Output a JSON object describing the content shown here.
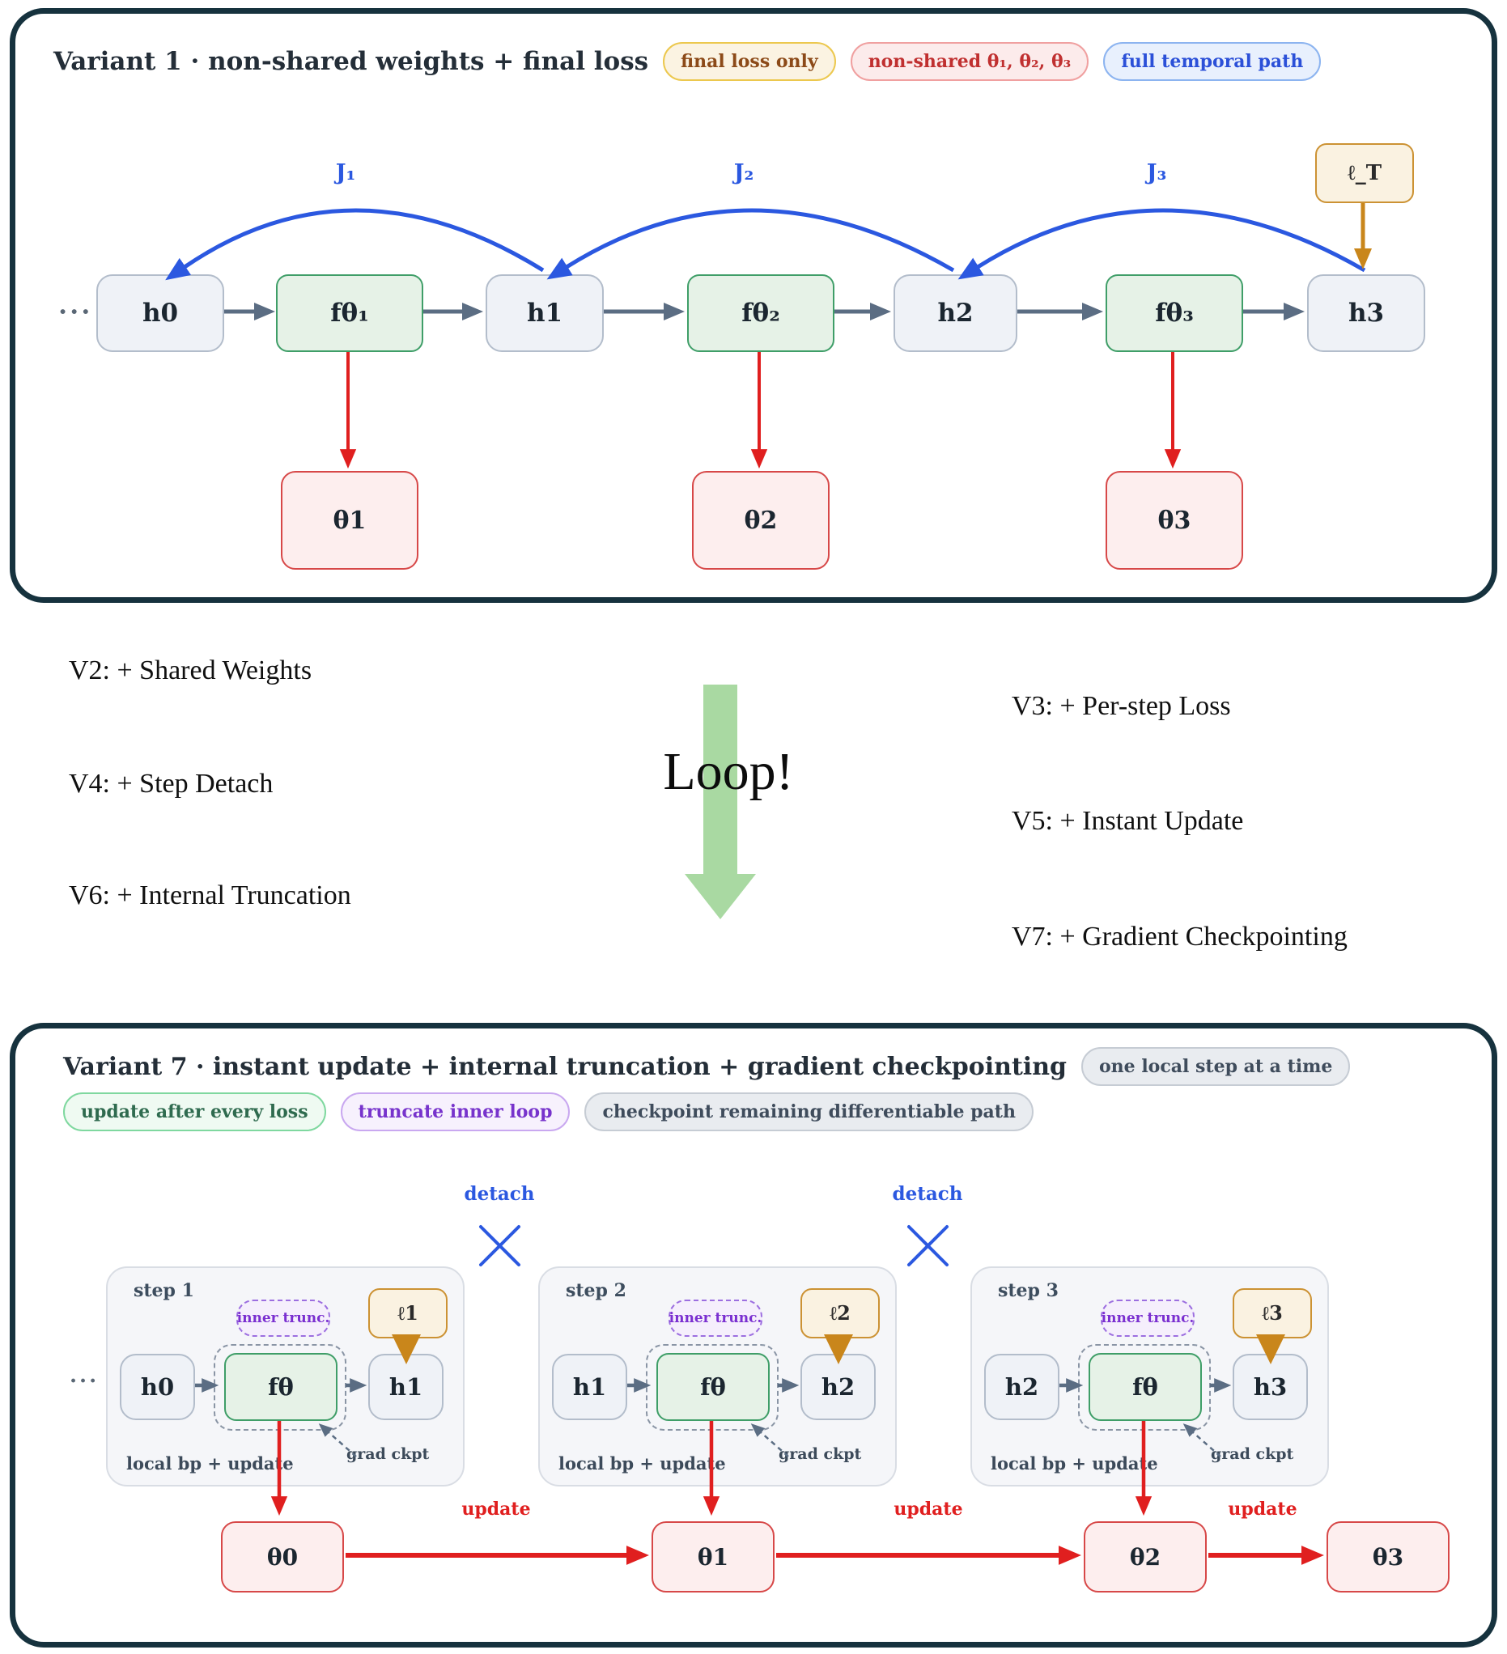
{
  "colors": {
    "panel_border": "#16323e",
    "blue_arrow": "#2b58e0",
    "gray_arrow": "#5b6d83",
    "red_arrow": "#e01f1f",
    "orange_arrow": "#c9861b",
    "loop_arrow_green": "#a9d9a2",
    "h_node_fill": "#eff2f7",
    "f_node_fill": "#e6f2e7",
    "theta_node_fill": "#fdeeee",
    "loss_node_fill": "#faf2e1"
  },
  "top_panel": {
    "title": "Variant 1 · non-shared weights + final loss",
    "badges": [
      {
        "label": "final loss only"
      },
      {
        "label": "non-shared θ₁, θ₂, θ₃"
      },
      {
        "label": "full temporal path"
      }
    ],
    "dots": "···",
    "nodes": [
      {
        "label": "h0"
      },
      {
        "label": "fθ₁"
      },
      {
        "label": "h1"
      },
      {
        "label": "fθ₂"
      },
      {
        "label": "h2"
      },
      {
        "label": "fθ₃"
      },
      {
        "label": "h3"
      }
    ],
    "jacobians": [
      {
        "label": "J₁"
      },
      {
        "label": "J₂"
      },
      {
        "label": "J₃"
      }
    ],
    "loss_label": "ℓ_T",
    "theta_nodes": [
      {
        "label": "θ1"
      },
      {
        "label": "θ2"
      },
      {
        "label": "θ3"
      }
    ]
  },
  "middle": {
    "left_items": [
      {
        "label": "V2: + Shared Weights"
      },
      {
        "label": "V4: + Step Detach"
      },
      {
        "label": "V6: + Internal Truncation"
      }
    ],
    "right_items": [
      {
        "label": "V3: + Per-step Loss"
      },
      {
        "label": "V5: + Instant Update"
      },
      {
        "label": "V7: + Gradient Checkpointing"
      }
    ],
    "loop_label": "Loop!"
  },
  "bottom_panel": {
    "title": "Variant 7 · instant update + internal truncation + gradient checkpointing",
    "title_badge": "one local step at a time",
    "badges": [
      {
        "label": "update after every loss"
      },
      {
        "label": "truncate inner loop"
      },
      {
        "label": "checkpoint remaining differentiable path"
      }
    ],
    "detach_label": "detach",
    "dots": "···",
    "steps": [
      {
        "name": "step 1",
        "h_in": "h0",
        "f_label": "fθ",
        "h_out": "h1",
        "loss_label": "ℓ1",
        "inner_trunc_label": "inner trunc.",
        "grad_ckpt_label": "grad ckpt",
        "local_bp_label": "local bp + update"
      },
      {
        "name": "step 2",
        "h_in": "h1",
        "f_label": "fθ",
        "h_out": "h2",
        "loss_label": "ℓ2",
        "inner_trunc_label": "inner trunc.",
        "grad_ckpt_label": "grad ckpt",
        "local_bp_label": "local bp + update"
      },
      {
        "name": "step 3",
        "h_in": "h2",
        "f_label": "fθ",
        "h_out": "h3",
        "loss_label": "ℓ3",
        "inner_trunc_label": "inner trunc.",
        "grad_ckpt_label": "grad ckpt",
        "local_bp_label": "local bp + update"
      }
    ],
    "update_label": "update",
    "theta_nodes": [
      {
        "label": "θ0"
      },
      {
        "label": "θ1"
      },
      {
        "label": "θ2"
      },
      {
        "label": "θ3"
      }
    ]
  }
}
